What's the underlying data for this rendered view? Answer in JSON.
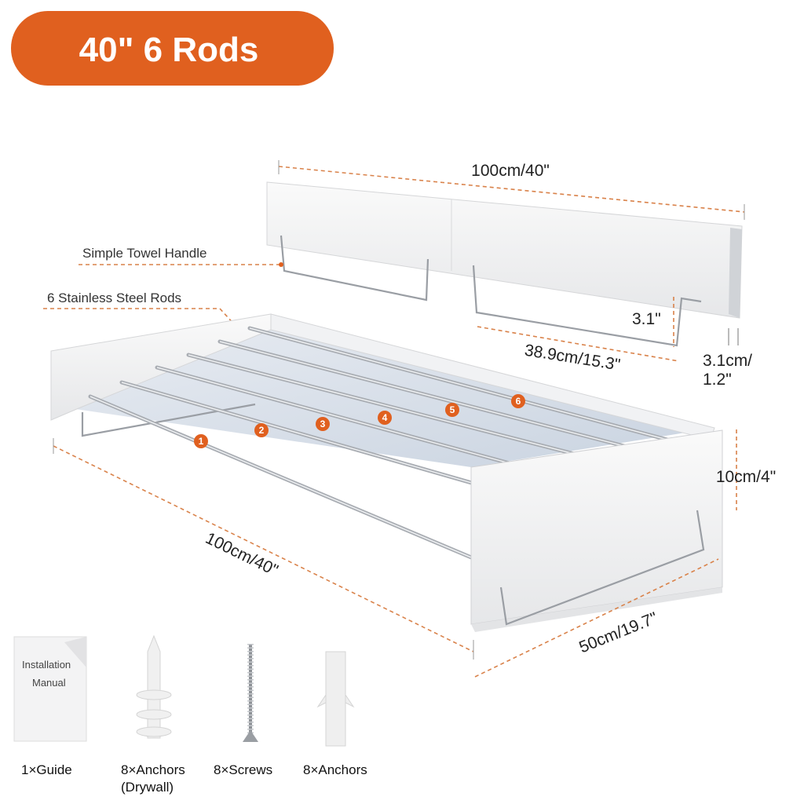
{
  "badge": {
    "label": "40\" 6 Rods",
    "color": "#e0601f"
  },
  "callouts": {
    "towel_handle": "Simple Towel Handle",
    "rods": "6 Stainless Steel Rods"
  },
  "dimensions": {
    "folded_length": "100cm/40\"",
    "handle_width": "38.9cm/15.3\"",
    "handle_height": "3.1\"",
    "depth_folded_line1": "3.1cm/",
    "depth_folded_line2": "1.2\"",
    "rack_length": "100cm/40\"",
    "rack_height": "10cm/4\"",
    "rack_depth": "50cm/19.7\""
  },
  "rod_numbers": [
    "1",
    "2",
    "3",
    "4",
    "5",
    "6"
  ],
  "accessories": [
    {
      "icon": "manual-icon",
      "label": "1×Guide",
      "manual_text_1": "Installation",
      "manual_text_2": "Manual"
    },
    {
      "icon": "drywall-anchor-icon",
      "label": "8×Anchors",
      "sublabel": "(Drywall)"
    },
    {
      "icon": "screw-icon",
      "label": "8×Screws"
    },
    {
      "icon": "anchor-icon",
      "label": "8×Anchors"
    }
  ]
}
